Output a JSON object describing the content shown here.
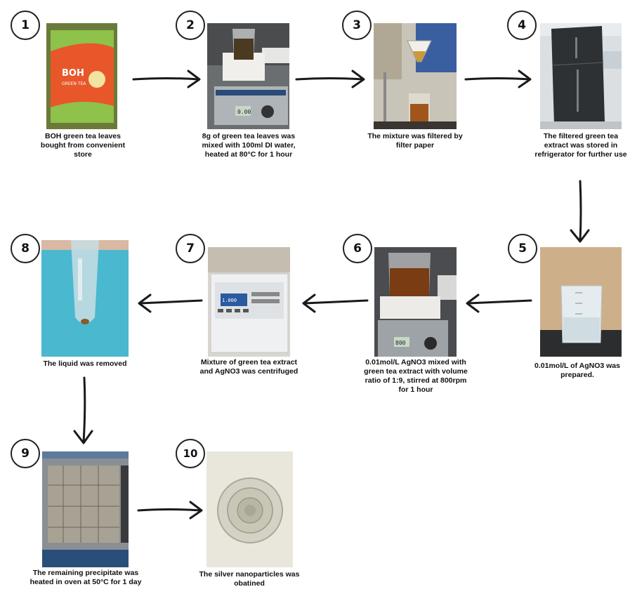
{
  "steps": [
    {
      "number": "1",
      "caption": "BOH green tea leaves bought from convenient store",
      "image": "green-tea-box-photo"
    },
    {
      "number": "2",
      "caption": "8g of green tea leaves was mixed with 100ml DI water, heated at 80°C for 1 hour",
      "image": "hotplate-beaker-photo"
    },
    {
      "number": "3",
      "caption": "The mixture was filtered by filter paper",
      "image": "filter-funnel-photo"
    },
    {
      "number": "4",
      "caption": "The filtered green tea extract was stored in refrigerator for further use",
      "image": "refrigerator-photo"
    },
    {
      "number": "5",
      "caption": "0.01mol/L of AgNO3 was prepared.",
      "image": "agno3-beaker-photo"
    },
    {
      "number": "6",
      "caption": "0.01mol/L AgNO3 mixed with green tea extract with volume ratio of 1:9, stirred at 800rpm for 1 hour",
      "image": "stirrer-beaker-photo"
    },
    {
      "number": "7",
      "caption": "Mixture of green tea extract and AgNO3 was centrifuged",
      "image": "centrifuge-photo"
    },
    {
      "number": "8",
      "caption": "The liquid was removed",
      "image": "centrifuge-tube-photo"
    },
    {
      "number": "9",
      "caption": "The remaining precipitate was heated in oven at 50°C for 1 day",
      "image": "oven-photo"
    },
    {
      "number": "10",
      "caption": "The silver nanoparticles was obatined",
      "image": "nanoparticle-beaker-photo"
    }
  ],
  "photo_text": {
    "tea_brand": "BOH",
    "tea_sub": "GREEN TEA",
    "display_2": "0.00",
    "display_7": "1.000",
    "display_6": "800"
  },
  "colors": {
    "badge_border": "#222222",
    "arrow": "#1a1a1a",
    "tea_box": "#e8572a",
    "tea_leaf": "#7fb23a"
  }
}
